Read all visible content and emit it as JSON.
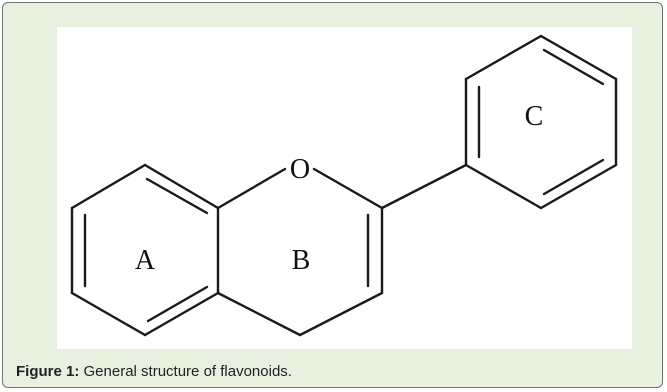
{
  "diagram": {
    "atoms": {
      "oxygen": "O"
    },
    "rings": {
      "a": "A",
      "b": "B",
      "c": "C"
    }
  },
  "caption": {
    "label": "Figure 1:",
    "text": " General structure of flavonoids."
  }
}
